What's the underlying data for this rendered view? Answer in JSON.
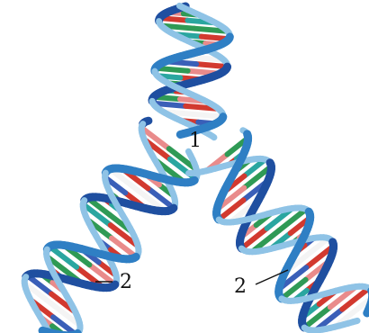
{
  "labels": {
    "replication_fork": "1",
    "left_daughter_strand": "2",
    "right_daughter_strand": "2"
  },
  "colors": {
    "background": "#ffffff",
    "backbone_dark": "#1f4fa0",
    "backbone_mid": "#2f7fc4",
    "backbone_light": "#8fc3e6",
    "base_red": "#d2392f",
    "base_pink": "#e98b8b",
    "base_green": "#2f9a55",
    "base_teal": "#2aa6a0",
    "base_blue": "#3a5fb8",
    "base_white": "#f4f4f4",
    "label_text": "#111111"
  },
  "icons": {
    "diagram": "dna-replication-fork"
  }
}
